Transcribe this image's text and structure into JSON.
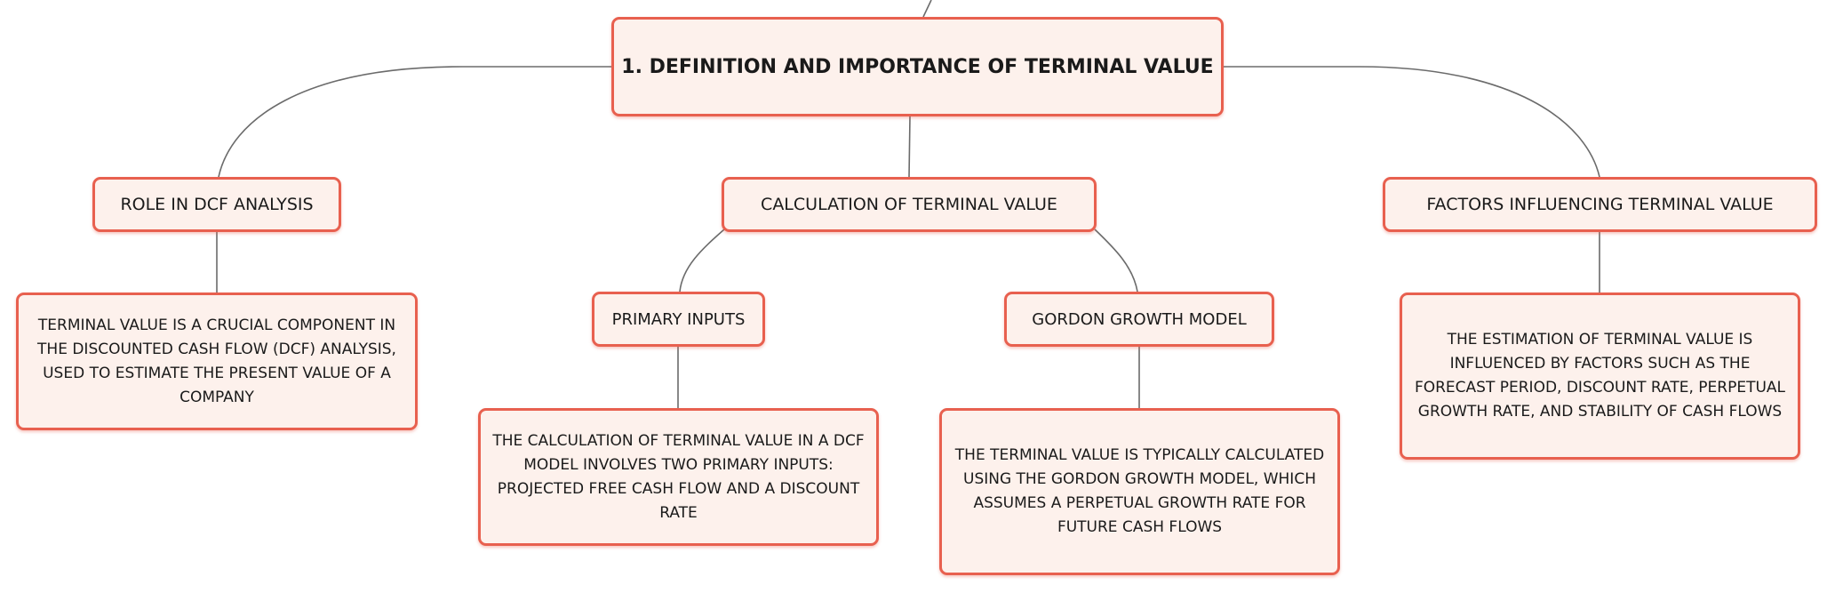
{
  "root": {
    "label": "1. DEFINITION AND IMPORTANCE OF TERMINAL VALUE"
  },
  "topics": {
    "role": {
      "label": "ROLE IN DCF ANALYSIS",
      "description": "TERMINAL VALUE IS A CRUCIAL COMPONENT IN THE DISCOUNTED CASH FLOW (DCF) ANALYSIS, USED TO ESTIMATE THE PRESENT VALUE OF A COMPANY"
    },
    "calculation": {
      "label": "CALCULATION OF TERMINAL VALUE",
      "primary_inputs": {
        "label": "PRIMARY INPUTS",
        "description": "THE CALCULATION OF TERMINAL VALUE IN A DCF MODEL INVOLVES TWO PRIMARY INPUTS: PROJECTED FREE CASH FLOW AND A DISCOUNT RATE"
      },
      "gordon_growth": {
        "label": "GORDON GROWTH MODEL",
        "description": "THE TERMINAL VALUE IS TYPICALLY CALCULATED USING THE GORDON GROWTH MODEL, WHICH ASSUMES A PERPETUAL GROWTH RATE FOR FUTURE CASH FLOWS"
      }
    },
    "factors": {
      "label": "FACTORS INFLUENCING TERMINAL VALUE",
      "description": "THE ESTIMATION OF TERMINAL VALUE IS INFLUENCED BY FACTORS SUCH AS THE FORECAST PERIOD, DISCOUNT RATE, PERPETUAL GROWTH RATE, AND STABILITY OF CASH FLOWS"
    }
  },
  "colors": {
    "node_border": "#e8604f",
    "node_fill": "#fdf1ec",
    "connector": "#6b6b6b",
    "text": "#1a1a1a"
  }
}
